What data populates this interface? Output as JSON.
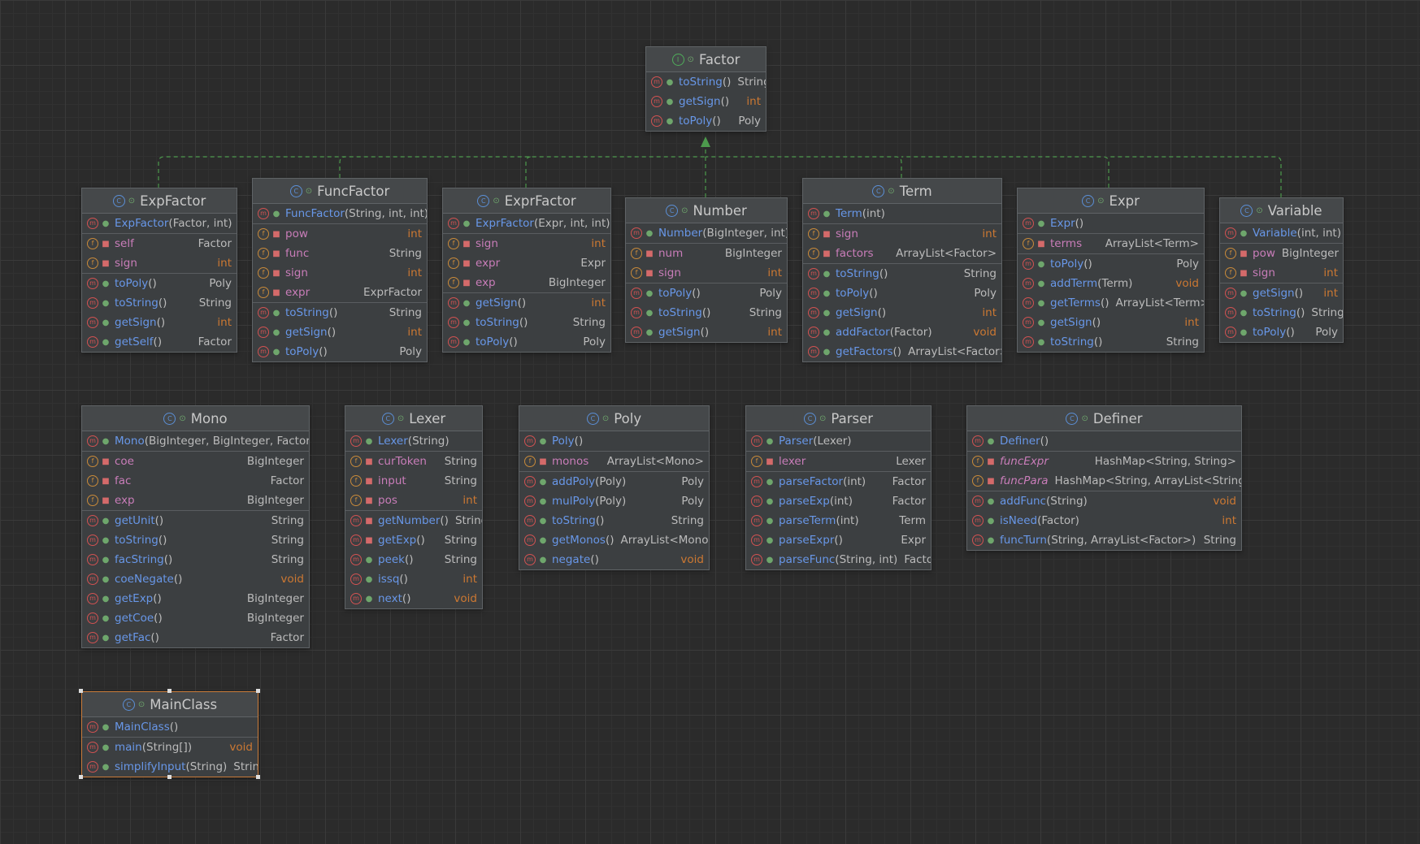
{
  "colors": {
    "background": "#2b2b2b",
    "method_name": "#6897e8",
    "field_name": "#c97db9",
    "keyword_type": "#cc7832",
    "inherit_arrow": "#4d9a4d",
    "selection": "#c97b3a"
  },
  "classes": [
    {
      "name": "Factor",
      "kind": "interface",
      "sections": [
        {
          "rows": [
            {
              "k": "m",
              "n": "toString",
              "p": "()",
              "t": "String"
            },
            {
              "k": "m",
              "n": "getSign",
              "p": "()",
              "t": "int"
            },
            {
              "k": "m",
              "n": "toPoly",
              "p": "()",
              "t": "Poly"
            }
          ]
        }
      ]
    },
    {
      "name": "ExpFactor",
      "kind": "class",
      "sections": [
        {
          "rows": [
            {
              "k": "m",
              "n": "ExpFactor",
              "p": "(Factor, int)",
              "t": ""
            }
          ]
        },
        {
          "rows": [
            {
              "k": "f",
              "n": "self",
              "t": "Factor"
            },
            {
              "k": "f",
              "n": "sign",
              "t": "int"
            }
          ]
        },
        {
          "rows": [
            {
              "k": "m",
              "n": "toPoly",
              "p": "()",
              "t": "Poly"
            },
            {
              "k": "m",
              "n": "toString",
              "p": "()",
              "t": "String"
            },
            {
              "k": "m",
              "n": "getSign",
              "p": "()",
              "t": "int"
            },
            {
              "k": "m",
              "n": "getSelf",
              "p": "()",
              "t": "Factor"
            }
          ]
        }
      ]
    },
    {
      "name": "FuncFactor",
      "kind": "class",
      "sections": [
        {
          "rows": [
            {
              "k": "m",
              "n": "FuncFactor",
              "p": "(String, int, int)",
              "t": ""
            }
          ]
        },
        {
          "rows": [
            {
              "k": "f",
              "n": "pow",
              "t": "int"
            },
            {
              "k": "f",
              "n": "func",
              "t": "String"
            },
            {
              "k": "f",
              "n": "sign",
              "t": "int"
            },
            {
              "k": "f",
              "n": "expr",
              "t": "ExprFactor"
            }
          ]
        },
        {
          "rows": [
            {
              "k": "m",
              "n": "toString",
              "p": "()",
              "t": "String"
            },
            {
              "k": "m",
              "n": "getSign",
              "p": "()",
              "t": "int"
            },
            {
              "k": "m",
              "n": "toPoly",
              "p": "()",
              "t": "Poly"
            }
          ]
        }
      ]
    },
    {
      "name": "ExprFactor",
      "kind": "class",
      "sections": [
        {
          "rows": [
            {
              "k": "m",
              "n": "ExprFactor",
              "p": "(Expr, int, int)",
              "t": ""
            }
          ]
        },
        {
          "rows": [
            {
              "k": "f",
              "n": "sign",
              "t": "int"
            },
            {
              "k": "f",
              "n": "expr",
              "t": "Expr"
            },
            {
              "k": "f",
              "n": "exp",
              "t": "BigInteger"
            }
          ]
        },
        {
          "rows": [
            {
              "k": "m",
              "n": "getSign",
              "p": "()",
              "t": "int"
            },
            {
              "k": "m",
              "n": "toString",
              "p": "()",
              "t": "String"
            },
            {
              "k": "m",
              "n": "toPoly",
              "p": "()",
              "t": "Poly"
            }
          ]
        }
      ]
    },
    {
      "name": "Number",
      "kind": "class",
      "sections": [
        {
          "rows": [
            {
              "k": "m",
              "n": "Number",
              "p": "(BigInteger, int)",
              "t": ""
            }
          ]
        },
        {
          "rows": [
            {
              "k": "f",
              "n": "num",
              "t": "BigInteger"
            },
            {
              "k": "f",
              "n": "sign",
              "t": "int"
            }
          ]
        },
        {
          "rows": [
            {
              "k": "m",
              "n": "toPoly",
              "p": "()",
              "t": "Poly"
            },
            {
              "k": "m",
              "n": "toString",
              "p": "()",
              "t": "String"
            },
            {
              "k": "m",
              "n": "getSign",
              "p": "()",
              "t": "int"
            }
          ]
        }
      ]
    },
    {
      "name": "Term",
      "kind": "class",
      "sections": [
        {
          "rows": [
            {
              "k": "m",
              "n": "Term",
              "p": "(int)",
              "t": ""
            }
          ]
        },
        {
          "rows": [
            {
              "k": "f",
              "n": "sign",
              "t": "int"
            },
            {
              "k": "f",
              "n": "factors",
              "t": "ArrayList<Factor>"
            }
          ]
        },
        {
          "rows": [
            {
              "k": "m",
              "n": "toString",
              "p": "()",
              "t": "String"
            },
            {
              "k": "m",
              "n": "toPoly",
              "p": "()",
              "t": "Poly"
            },
            {
              "k": "m",
              "n": "getSign",
              "p": "()",
              "t": "int"
            },
            {
              "k": "m",
              "n": "addFactor",
              "p": "(Factor)",
              "t": "void"
            },
            {
              "k": "m",
              "n": "getFactors",
              "p": "()",
              "t": "ArrayList<Factor>"
            }
          ]
        }
      ]
    },
    {
      "name": "Expr",
      "kind": "class",
      "sections": [
        {
          "rows": [
            {
              "k": "m",
              "n": "Expr",
              "p": "()",
              "t": ""
            }
          ]
        },
        {
          "rows": [
            {
              "k": "f",
              "n": "terms",
              "t": "ArrayList<Term>"
            }
          ]
        },
        {
          "rows": [
            {
              "k": "m",
              "n": "toPoly",
              "p": "()",
              "t": "Poly"
            },
            {
              "k": "m",
              "n": "addTerm",
              "p": "(Term)",
              "t": "void"
            },
            {
              "k": "m",
              "n": "getTerms",
              "p": "()",
              "t": "ArrayList<Term>"
            },
            {
              "k": "m",
              "n": "getSign",
              "p": "()",
              "t": "int"
            },
            {
              "k": "m",
              "n": "toString",
              "p": "()",
              "t": "String"
            }
          ]
        }
      ]
    },
    {
      "name": "Variable",
      "kind": "class",
      "sections": [
        {
          "rows": [
            {
              "k": "m",
              "n": "Variable",
              "p": "(int, int)",
              "t": ""
            }
          ]
        },
        {
          "rows": [
            {
              "k": "f",
              "n": "pow",
              "t": "BigInteger"
            },
            {
              "k": "f",
              "n": "sign",
              "t": "int"
            }
          ]
        },
        {
          "rows": [
            {
              "k": "m",
              "n": "getSign",
              "p": "()",
              "t": "int"
            },
            {
              "k": "m",
              "n": "toString",
              "p": "()",
              "t": "String"
            },
            {
              "k": "m",
              "n": "toPoly",
              "p": "()",
              "t": "Poly"
            }
          ]
        }
      ]
    },
    {
      "name": "Mono",
      "kind": "class",
      "sections": [
        {
          "rows": [
            {
              "k": "m",
              "n": "Mono",
              "p": "(BigInteger, BigInteger, Factor)",
              "t": ""
            }
          ]
        },
        {
          "rows": [
            {
              "k": "f",
              "n": "coe",
              "t": "BigInteger"
            },
            {
              "k": "f",
              "n": "fac",
              "t": "Factor"
            },
            {
              "k": "f",
              "n": "exp",
              "t": "BigInteger"
            }
          ]
        },
        {
          "rows": [
            {
              "k": "m",
              "n": "getUnit",
              "p": "()",
              "t": "String"
            },
            {
              "k": "m",
              "n": "toString",
              "p": "()",
              "t": "String"
            },
            {
              "k": "m",
              "n": "facString",
              "p": "()",
              "t": "String"
            },
            {
              "k": "m",
              "n": "coeNegate",
              "p": "()",
              "t": "void"
            },
            {
              "k": "m",
              "n": "getExp",
              "p": "()",
              "t": "BigInteger"
            },
            {
              "k": "m",
              "n": "getCoe",
              "p": "()",
              "t": "BigInteger"
            },
            {
              "k": "m",
              "n": "getFac",
              "p": "()",
              "t": "Factor"
            }
          ]
        }
      ]
    },
    {
      "name": "Lexer",
      "kind": "class",
      "sections": [
        {
          "rows": [
            {
              "k": "m",
              "n": "Lexer",
              "p": "(String)",
              "t": ""
            }
          ]
        },
        {
          "rows": [
            {
              "k": "f",
              "n": "curToken",
              "t": "String"
            },
            {
              "k": "f",
              "n": "input",
              "t": "String"
            },
            {
              "k": "f",
              "n": "pos",
              "t": "int"
            }
          ]
        },
        {
          "rows": [
            {
              "k": "m",
              "n": "getNumber",
              "p": "()",
              "t": "String",
              "priv": true
            },
            {
              "k": "m",
              "n": "getExp",
              "p": "()",
              "t": "String",
              "priv": true
            },
            {
              "k": "m",
              "n": "peek",
              "p": "()",
              "t": "String"
            },
            {
              "k": "m",
              "n": "issq",
              "p": "()",
              "t": "int"
            },
            {
              "k": "m",
              "n": "next",
              "p": "()",
              "t": "void"
            }
          ]
        }
      ]
    },
    {
      "name": "Poly",
      "kind": "class",
      "sections": [
        {
          "rows": [
            {
              "k": "m",
              "n": "Poly",
              "p": "()",
              "t": ""
            }
          ]
        },
        {
          "rows": [
            {
              "k": "f",
              "n": "monos",
              "t": "ArrayList<Mono>"
            }
          ]
        },
        {
          "rows": [
            {
              "k": "m",
              "n": "addPoly",
              "p": "(Poly)",
              "t": "Poly"
            },
            {
              "k": "m",
              "n": "mulPoly",
              "p": "(Poly)",
              "t": "Poly"
            },
            {
              "k": "m",
              "n": "toString",
              "p": "()",
              "t": "String"
            },
            {
              "k": "m",
              "n": "getMonos",
              "p": "()",
              "t": "ArrayList<Mono>"
            },
            {
              "k": "m",
              "n": "negate",
              "p": "()",
              "t": "void"
            }
          ]
        }
      ]
    },
    {
      "name": "Parser",
      "kind": "class",
      "sections": [
        {
          "rows": [
            {
              "k": "m",
              "n": "Parser",
              "p": "(Lexer)",
              "t": ""
            }
          ]
        },
        {
          "rows": [
            {
              "k": "f",
              "n": "lexer",
              "t": "Lexer"
            }
          ]
        },
        {
          "rows": [
            {
              "k": "m",
              "n": "parseFactor",
              "p": "(int)",
              "t": "Factor"
            },
            {
              "k": "m",
              "n": "parseExp",
              "p": "(int)",
              "t": "Factor"
            },
            {
              "k": "m",
              "n": "parseTerm",
              "p": "(int)",
              "t": "Term"
            },
            {
              "k": "m",
              "n": "parseExpr",
              "p": "()",
              "t": "Expr"
            },
            {
              "k": "m",
              "n": "parseFunc",
              "p": "(String, int)",
              "t": "Factor"
            }
          ]
        }
      ]
    },
    {
      "name": "Definer",
      "kind": "class",
      "sections": [
        {
          "rows": [
            {
              "k": "m",
              "n": "Definer",
              "p": "()",
              "t": ""
            }
          ]
        },
        {
          "rows": [
            {
              "k": "f",
              "n": "funcExpr",
              "t": "HashMap<String, String>",
              "static": true
            },
            {
              "k": "f",
              "n": "funcPara",
              "t": "HashMap<String, ArrayList<String>>",
              "static": true
            }
          ]
        },
        {
          "rows": [
            {
              "k": "m",
              "n": "addFunc",
              "p": "(String)",
              "t": "void"
            },
            {
              "k": "m",
              "n": "isNeed",
              "p": "(Factor)",
              "t": "int"
            },
            {
              "k": "m",
              "n": "funcTurn",
              "p": "(String, ArrayList<Factor>)",
              "t": "String"
            }
          ]
        }
      ]
    },
    {
      "name": "MainClass",
      "kind": "class",
      "selected": true,
      "sections": [
        {
          "rows": [
            {
              "k": "m",
              "n": "MainClass",
              "p": "()",
              "t": ""
            }
          ]
        },
        {
          "rows": [
            {
              "k": "m",
              "n": "main",
              "p": "(String[])",
              "t": "void"
            },
            {
              "k": "m",
              "n": "simplifyInput",
              "p": "(String)",
              "t": "String"
            }
          ]
        }
      ]
    }
  ]
}
